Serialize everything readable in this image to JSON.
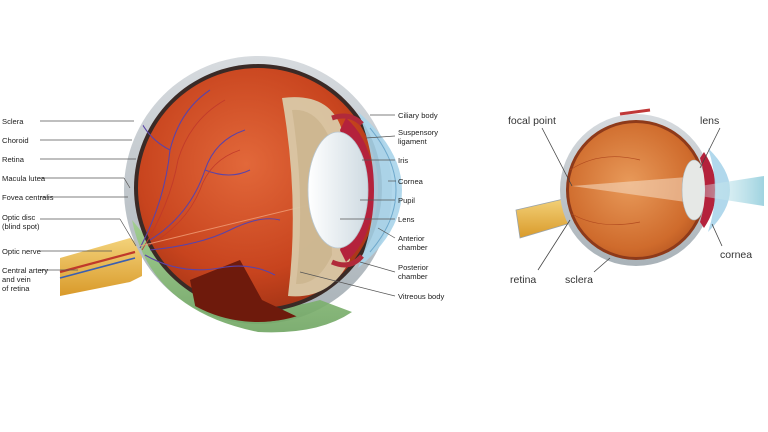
{
  "main_diagram": {
    "left_labels": [
      {
        "key": "sclera",
        "lines": [
          "Sclera"
        ]
      },
      {
        "key": "choroid",
        "lines": [
          "Choroid"
        ]
      },
      {
        "key": "retina",
        "lines": [
          "Retina"
        ]
      },
      {
        "key": "macula-lutea",
        "lines": [
          "Macula lutea"
        ]
      },
      {
        "key": "fovea-centralis",
        "lines": [
          "Fovea centralis"
        ]
      },
      {
        "key": "optic-disc",
        "lines": [
          "Optic disc",
          "(blind spot)"
        ]
      },
      {
        "key": "optic-nerve",
        "lines": [
          "Optic nerve"
        ]
      },
      {
        "key": "central-artery",
        "lines": [
          "Central artery",
          "and vein",
          "of retina"
        ]
      }
    ],
    "right_labels": [
      {
        "key": "ciliary-body",
        "lines": [
          "Ciliary body"
        ]
      },
      {
        "key": "suspensory-ligament",
        "lines": [
          "Suspensory",
          "ligament"
        ]
      },
      {
        "key": "iris",
        "lines": [
          "Iris"
        ]
      },
      {
        "key": "cornea",
        "lines": [
          "Cornea"
        ]
      },
      {
        "key": "pupil",
        "lines": [
          "Pupil"
        ]
      },
      {
        "key": "lens",
        "lines": [
          "Lens"
        ]
      },
      {
        "key": "anterior-chamber",
        "lines": [
          "Anterior",
          "chamber"
        ]
      },
      {
        "key": "posterior-chamber",
        "lines": [
          "Posterior",
          "chamber"
        ]
      },
      {
        "key": "vitreous-body",
        "lines": [
          "Vitreous body"
        ]
      }
    ]
  },
  "small_diagram": {
    "labels": [
      {
        "key": "focal-point",
        "text": "focal point"
      },
      {
        "key": "lens",
        "text": "lens"
      },
      {
        "key": "retina",
        "text": "retina"
      },
      {
        "key": "sclera",
        "text": "sclera"
      },
      {
        "key": "cornea",
        "text": "cornea"
      }
    ]
  },
  "colors": {
    "sclera": "#c9ced3",
    "interior": "#c8441e",
    "optic_nerve": "#e9b53a",
    "iris": "#b4223c",
    "cornea": "#a9d4ea",
    "lens": "#eef3f6",
    "light_beam": "#bfe3ec"
  }
}
